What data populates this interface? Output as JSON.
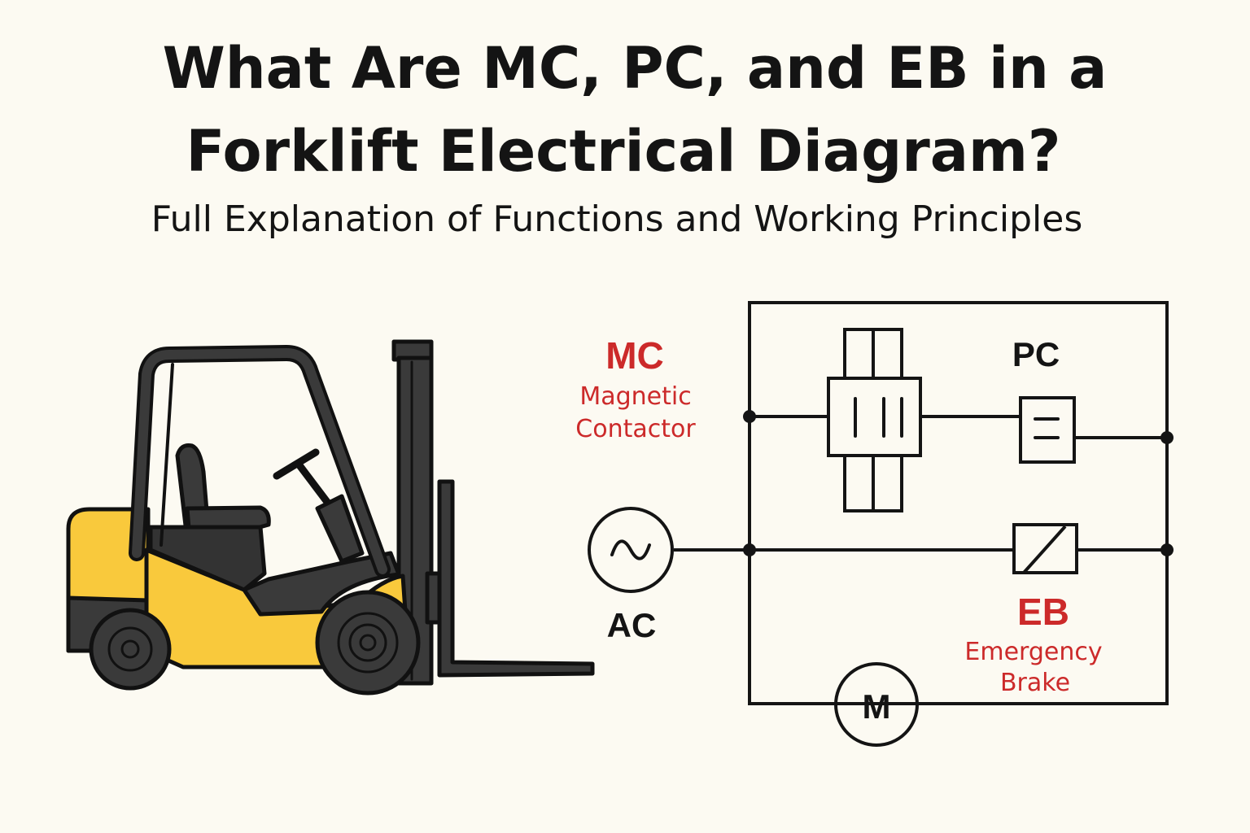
{
  "title": {
    "line1": "What Are MC, PC, and EB in a",
    "line2": "Forklift Electrical Diagram?"
  },
  "subtitle": "Full Explanation of Functions and Working Principles",
  "diagram": {
    "mc": {
      "abbr": "MC",
      "line1": "Magnetic",
      "line2": "Contactor"
    },
    "pc": {
      "abbr": "PC"
    },
    "ac": {
      "abbr": "AC"
    },
    "eb": {
      "abbr": "EB",
      "line1": "Emergency",
      "line2": "Brake"
    },
    "motor": {
      "abbr": "M"
    }
  },
  "colors": {
    "accent_red": "#cc2a2a",
    "forklift_yellow": "#f9c93c",
    "forklift_dark": "#3a3a3a",
    "background": "#fcfaf2"
  }
}
